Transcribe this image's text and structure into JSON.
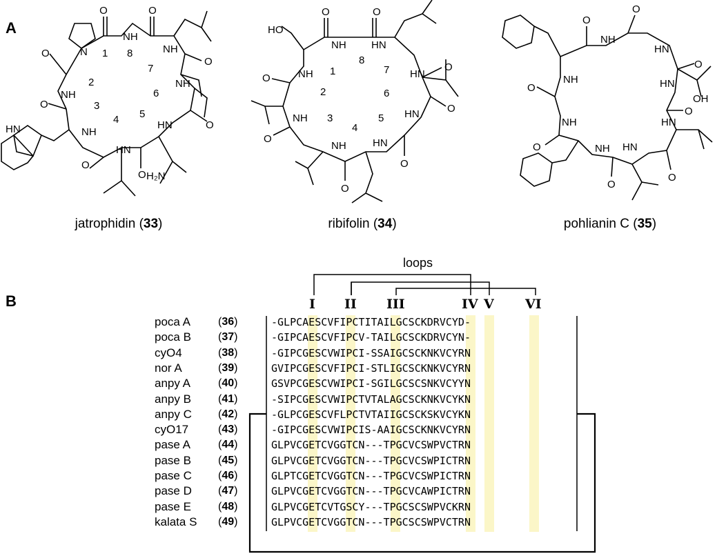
{
  "panel_a": {
    "letter": "A",
    "compounds": [
      {
        "name": "jatrophidin",
        "number": "33",
        "ring_numbers": [
          "1",
          "2",
          "3",
          "4",
          "5",
          "6",
          "7",
          "8"
        ]
      },
      {
        "name": "ribifolin",
        "number": "34",
        "ring_numbers": [
          "1",
          "2",
          "3",
          "4",
          "5",
          "6",
          "7",
          "8"
        ]
      },
      {
        "name": "pohlianin C",
        "number": "35"
      }
    ],
    "atom_labels": {
      "O": "O",
      "NH": "NH",
      "N": "N",
      "HN": "HN",
      "HO": "HO",
      "OH": "OH",
      "H2N": "H₂N"
    }
  },
  "panel_b": {
    "letter": "B",
    "loops_label": "loops",
    "cysteine_labels": [
      "I",
      "II",
      "III",
      "IV",
      "V",
      "VI"
    ],
    "peptides": [
      {
        "name": "poca A",
        "number": "36",
        "sequence": "-GLPCAESCVFIPCTITAILGCSCKDRVCYD-"
      },
      {
        "name": "poca B",
        "number": "37",
        "sequence": "-GIPCAESCVFIPCV-TAILGCSCKDRVCYN-"
      },
      {
        "name": "cyO4",
        "number": "38",
        "sequence": "-GIPCGESCVWIPCI-SSAIGCSCKNKVCYRN"
      },
      {
        "name": "nor A",
        "number": "39",
        "sequence": "GVIPCGESCVFIPCI-STLIGCSCKNKVCYRN"
      },
      {
        "name": "anpy A",
        "number": "40",
        "sequence": "GSVPCGESCVWIPCI-SGILGCSCSNKVCYYN"
      },
      {
        "name": "anpy B",
        "number": "41",
        "sequence": "-SIPCGESCVWIPCTVTALAGCSCKNKVCYKN"
      },
      {
        "name": "anpy C",
        "number": "42",
        "sequence": "-GLPCGESCVFLPCTVTAIIGCSCKSKVCYKN"
      },
      {
        "name": "cyO17",
        "number": "43",
        "sequence": "-GIPCGESCVWIPCIS-AAIGCSCKNKVCYRN"
      },
      {
        "name": "pase A",
        "number": "44",
        "sequence": "GLPVCGETCVGGTCN---TPGCVCSWPVCTRN"
      },
      {
        "name": "pase B",
        "number": "45",
        "sequence": "GLPVCGETCVGGTCN---TPGCVCSWPICTRN"
      },
      {
        "name": "pase C",
        "number": "46",
        "sequence": "GLPTCGETCVGGTCN---TPGCVCSWPICTRN"
      },
      {
        "name": "pase D",
        "number": "47",
        "sequence": "GLPVCGETCVGGTCN---TPGCVCAWPICTRN"
      },
      {
        "name": "pase E",
        "number": "48",
        "sequence": "GLPVCGETCVTGSCY---TPGCSCSWPVCKRN"
      },
      {
        "name": "kalata S",
        "number": "49",
        "sequence": "GLPVCGETCVGGTCN---TPGCSCSWPVCTRN"
      }
    ],
    "colors": {
      "cysteine_highlight": "#fbf6c8"
    }
  }
}
